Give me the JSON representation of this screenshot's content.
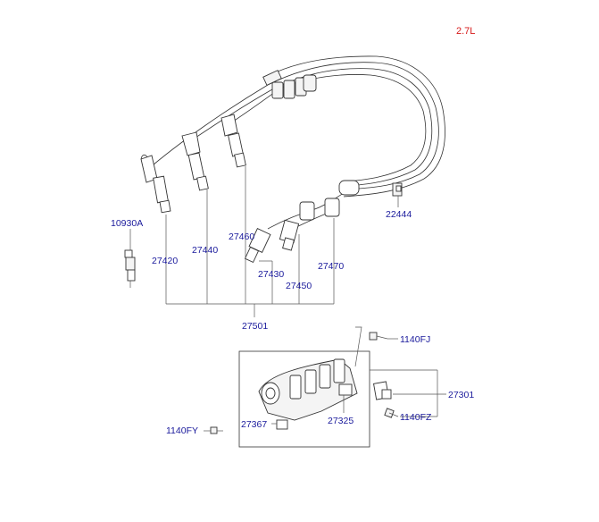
{
  "diagram": {
    "variant": "2.7L",
    "colors": {
      "part_label": "#1a1a9c",
      "variant_label": "#d61a1a",
      "linework": "#333333"
    },
    "labels": {
      "p10930A": "10930A",
      "p27420": "27420",
      "p27440": "27440",
      "p27460": "27460",
      "p27430": "27430",
      "p27450": "27450",
      "p27470": "27470",
      "p22444": "22444",
      "p27501": "27501",
      "p1140FJ": "1140FJ",
      "p27301": "27301",
      "p1140FZ": "1140FZ",
      "p27367": "27367",
      "p27325": "27325",
      "p1140FY": "1140FY"
    }
  }
}
